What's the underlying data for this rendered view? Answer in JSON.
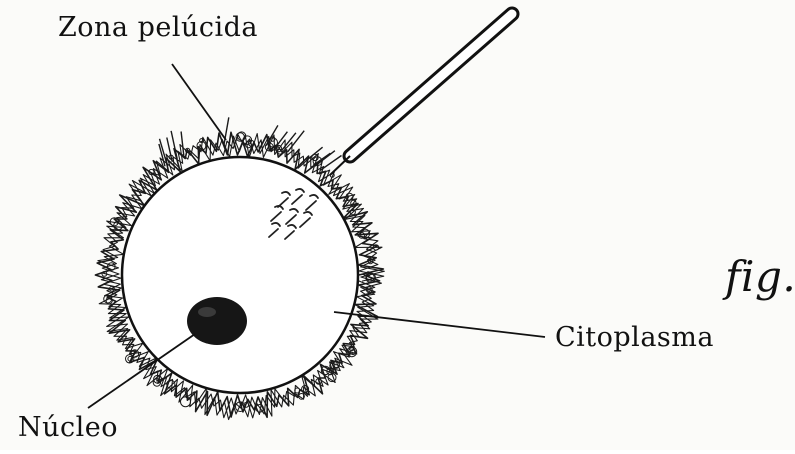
{
  "labels": {
    "zona_pelucida": "Zona pelúcida",
    "citoplasma": "Citoplasma",
    "nucleo": "Núcleo",
    "fig": "fig."
  }
}
